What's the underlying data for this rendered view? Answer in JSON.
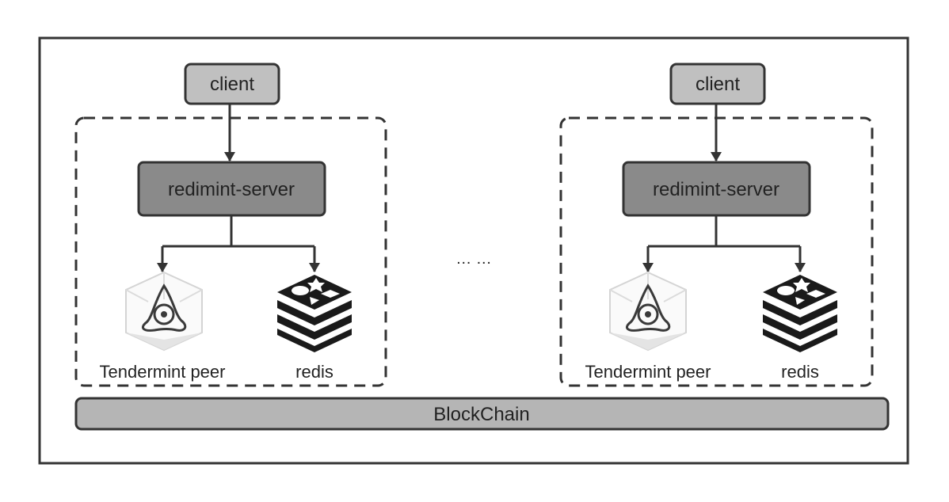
{
  "clusters": [
    {
      "client_label": "client",
      "server_label": "redimint-server",
      "peer_label": "Tendermint peer",
      "store_label": "redis",
      "peer_icon": "tendermint-logo-icon",
      "store_icon": "redis-logo-icon"
    },
    {
      "client_label": "client",
      "server_label": "redimint-server",
      "peer_label": "Tendermint peer",
      "store_label": "redis",
      "peer_icon": "tendermint-logo-icon",
      "store_icon": "redis-logo-icon"
    }
  ],
  "ellipsis": "… …",
  "blockchain_label": "BlockChain",
  "colors": {
    "client_fill": "#c0c0c0",
    "server_fill": "#8a8a8a",
    "blockchain_fill": "#b5b5b5",
    "stroke": "#333333"
  }
}
